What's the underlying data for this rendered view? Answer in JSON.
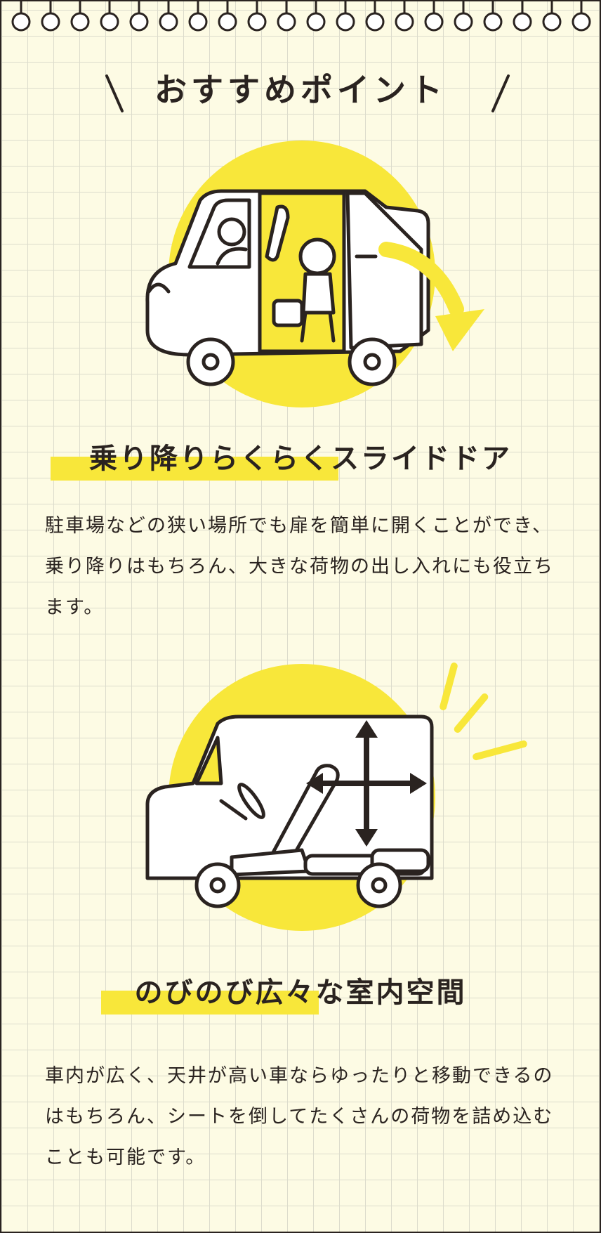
{
  "colors": {
    "accent_yellow": "#f8e73a",
    "ink": "#2a2320",
    "paper": "#fdfbe4",
    "grid": "#dcdccc"
  },
  "header": {
    "title": "おすすめポイント"
  },
  "features": [
    {
      "illustration_icon": "sliding-door-van-icon",
      "title": "乗り降りらくらくスライドドア",
      "description": "駐車場などの狭い場所でも扉を簡単に開くことができ、乗り降りはもちろん、大きな荷物の出し入れにも役立ちます。"
    },
    {
      "illustration_icon": "spacious-van-interior-icon",
      "title": "のびのび広々な室内空間",
      "description": "車内が広く、天井が高い車ならゆったりと移動できるのはもちろん、シートを倒してたくさんの荷物を詰め込むことも可能です。"
    }
  ]
}
